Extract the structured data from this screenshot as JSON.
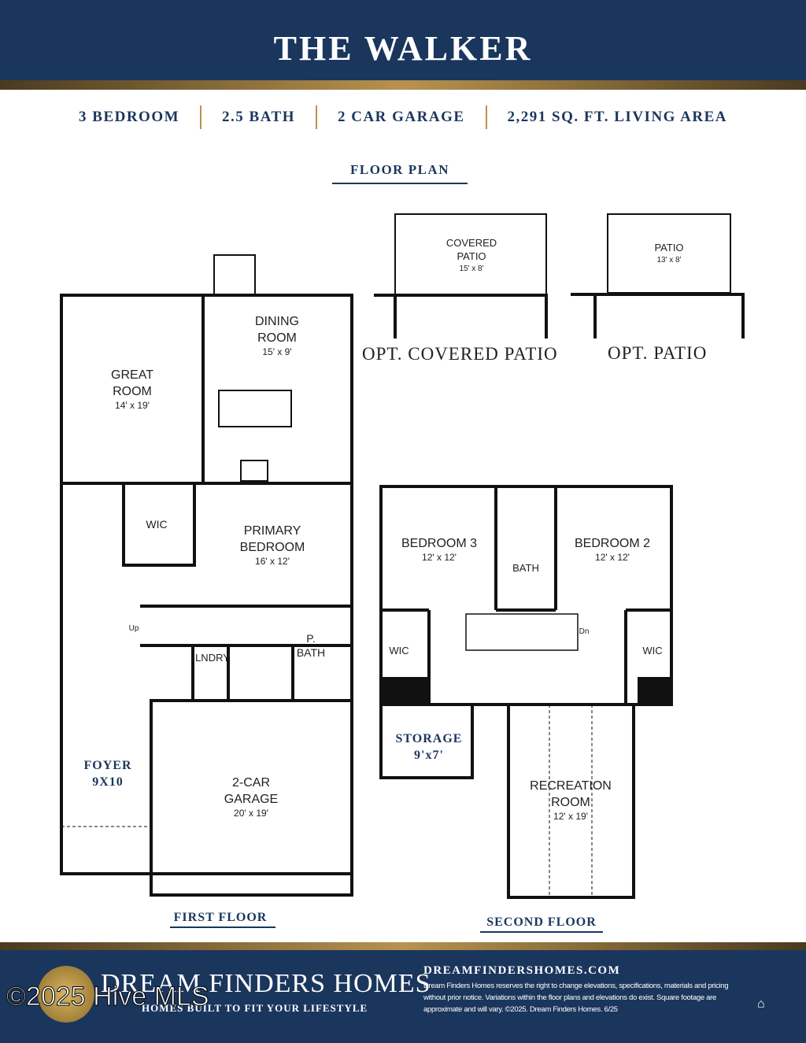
{
  "header": {
    "title": "THE WALKER"
  },
  "specs": [
    "3 BEDROOM",
    "2.5 BATH",
    "2 CAR GARAGE",
    "2,291 SQ. FT. LIVING AREA"
  ],
  "section_title": "FLOOR PLAN",
  "options": {
    "covered_patio": {
      "name": "COVERED",
      "name2": "PATIO",
      "size": "15' x 8'",
      "caption": "OPT. COVERED PATIO"
    },
    "patio": {
      "name": "PATIO",
      "size": "13' x 8'",
      "caption": "OPT. PATIO"
    }
  },
  "first_floor": {
    "caption": "FIRST FLOOR",
    "rooms": {
      "dining": {
        "name": "DINING",
        "name2": "ROOM",
        "size": "15' x 9'"
      },
      "great": {
        "name": "GREAT",
        "name2": "ROOM",
        "size": "14' x 19'"
      },
      "wic": {
        "name": "WIC"
      },
      "primary": {
        "name": "PRIMARY",
        "name2": "BEDROOM",
        "size": "16' x 12'"
      },
      "up": "Up",
      "lndry": "LNDRY",
      "pbath": {
        "name": "P.",
        "name2": "BATH"
      },
      "foyer": {
        "name": "FOYER",
        "size": "9X10"
      },
      "garage": {
        "name": "2-CAR",
        "name2": "GARAGE",
        "size": "20' x 19'"
      }
    }
  },
  "second_floor": {
    "caption": "SECOND FLOOR",
    "rooms": {
      "bed3": {
        "name": "BEDROOM 3",
        "size": "12' x 12'"
      },
      "bed2": {
        "name": "BEDROOM 2",
        "size": "12' x 12'"
      },
      "bath": "BATH",
      "dn": "Dn",
      "wic1": "WIC",
      "wic2": "WIC",
      "storage": {
        "name": "STORAGE",
        "size": "9'x7'"
      },
      "rec": {
        "name": "RECREATION",
        "name2": "ROOM",
        "size": "12' x 19'"
      }
    }
  },
  "footer": {
    "brand": "DREAM FINDERS HOMES",
    "tagline": "HOMES BUILT TO FIT YOUR LIFESTYLE",
    "website": "DREAMFINDERSHOMES.COM",
    "disclaimer": "Dream Finders Homes reserves the right to change elevations, specifications, materials and pricing without prior notice. Variations within the floor plans and elevations do exist. Square footage are approximate and will vary. ©2025. Dream Finders Homes. 6/25",
    "watermark": "©2025 Hive MLS",
    "icon": "equal-housing-icon"
  },
  "colors": {
    "navy": "#1b365d",
    "gold": "#b8934f"
  }
}
